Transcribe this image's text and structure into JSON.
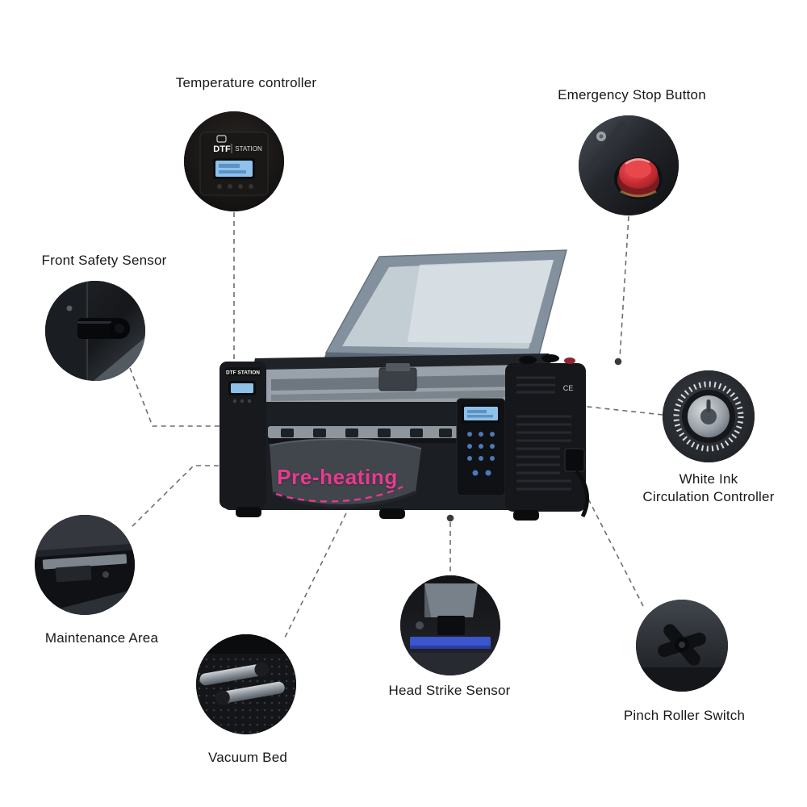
{
  "printer": {
    "brand": "DTF STATION",
    "preheat_label": "Pre-heating",
    "ce_mark": "CE"
  },
  "inset_brand": {
    "dtf": "DTF",
    "station": "STATION"
  },
  "callouts": {
    "temperature_controller": {
      "label": "Temperature controller"
    },
    "emergency_stop": {
      "label": "Emergency Stop Button"
    },
    "front_safety_sensor": {
      "label": "Front Safety Sensor"
    },
    "white_ink_controller": {
      "label_line1": "White Ink",
      "label_line2": "Circulation Controller"
    },
    "maintenance_area": {
      "label": "Maintenance Area"
    },
    "vacuum_bed": {
      "label": "Vacuum Bed"
    },
    "head_strike_sensor": {
      "label": "Head Strike Sensor"
    },
    "pinch_roller_switch": {
      "label": "Pinch Roller Switch"
    }
  },
  "colors": {
    "accent_pink": "#e93a90",
    "label_text": "#17181a",
    "connector_gray": "#6e6e6e"
  }
}
